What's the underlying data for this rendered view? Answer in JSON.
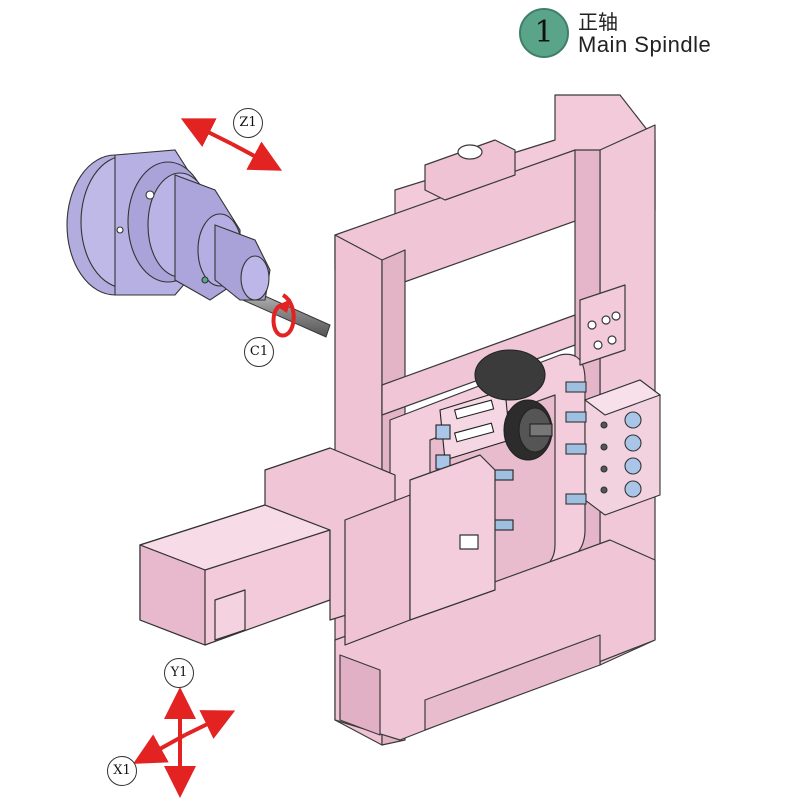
{
  "title": {
    "number": "1",
    "chinese": "正轴",
    "english": "Main Spindle"
  },
  "axes": {
    "z1": "Z1",
    "c1": "C1",
    "y1": "Y1",
    "x1": "X1"
  },
  "colors": {
    "frame": "#f0c6d6",
    "frame_edge": "#3a3a3a",
    "spindle": "#b6b0e3",
    "arrow": "#e32222",
    "badge": "#5aa58a"
  }
}
